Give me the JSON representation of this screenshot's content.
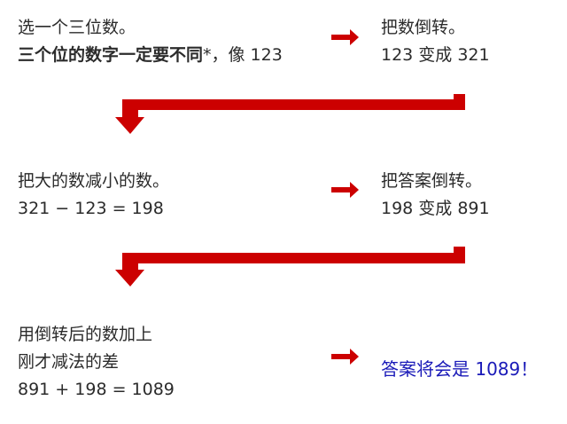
{
  "steps": [
    {
      "id": "step1",
      "lines": [
        "选一个三位数。"
      ],
      "emphasis": "三个位的数字一定要不同",
      "emphasis_suffix": "*，像 123"
    },
    {
      "id": "step2",
      "lines": [
        "把数倒转。",
        "123 变成 321"
      ]
    },
    {
      "id": "step3",
      "lines": [
        "把大的数减小的数。",
        "321 − 123 = 198"
      ]
    },
    {
      "id": "step4",
      "lines": [
        "把答案倒转。",
        "198 变成 891"
      ]
    },
    {
      "id": "step5",
      "lines": [
        "用倒转后的数加上",
        "刚才减法的差",
        "891 + 198 = 1089"
      ]
    },
    {
      "id": "result",
      "lines": [
        "答案将会是 1089！"
      ]
    }
  ],
  "colors": {
    "arrow": "#cc0000",
    "text": "#2b2b2b",
    "result": "#1a1ab8",
    "background": "#ffffff"
  },
  "icons": {
    "right_arrow": "right-arrow-icon",
    "return_arrow": "l-shaped-down-arrow-icon"
  }
}
